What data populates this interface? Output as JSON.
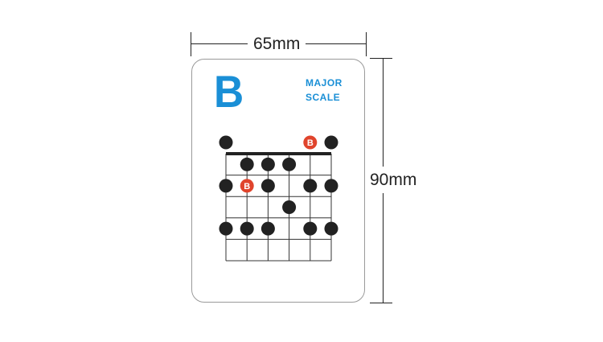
{
  "dimensions": {
    "width_label": "65mm",
    "height_label": "90mm"
  },
  "card": {
    "key": "B",
    "scale_line1": "MAJOR",
    "scale_line2": "SCALE",
    "root_label": "B",
    "colors": {
      "title": "#1a8fd6",
      "dot": "#222222",
      "root": "#e0442c"
    }
  },
  "chart_data": {
    "type": "scale-diagram",
    "strings": 6,
    "frets": 5,
    "open_strings": [
      1,
      6
    ],
    "notes": [
      {
        "string": 5,
        "fret": 0,
        "root": true
      },
      {
        "string": 2,
        "fret": 1
      },
      {
        "string": 3,
        "fret": 1
      },
      {
        "string": 4,
        "fret": 1
      },
      {
        "string": 1,
        "fret": 2
      },
      {
        "string": 2,
        "fret": 2,
        "root": true
      },
      {
        "string": 3,
        "fret": 2
      },
      {
        "string": 5,
        "fret": 2
      },
      {
        "string": 6,
        "fret": 2
      },
      {
        "string": 4,
        "fret": 3
      },
      {
        "string": 1,
        "fret": 4
      },
      {
        "string": 2,
        "fret": 4
      },
      {
        "string": 3,
        "fret": 4
      },
      {
        "string": 5,
        "fret": 4
      },
      {
        "string": 6,
        "fret": 4
      }
    ]
  }
}
